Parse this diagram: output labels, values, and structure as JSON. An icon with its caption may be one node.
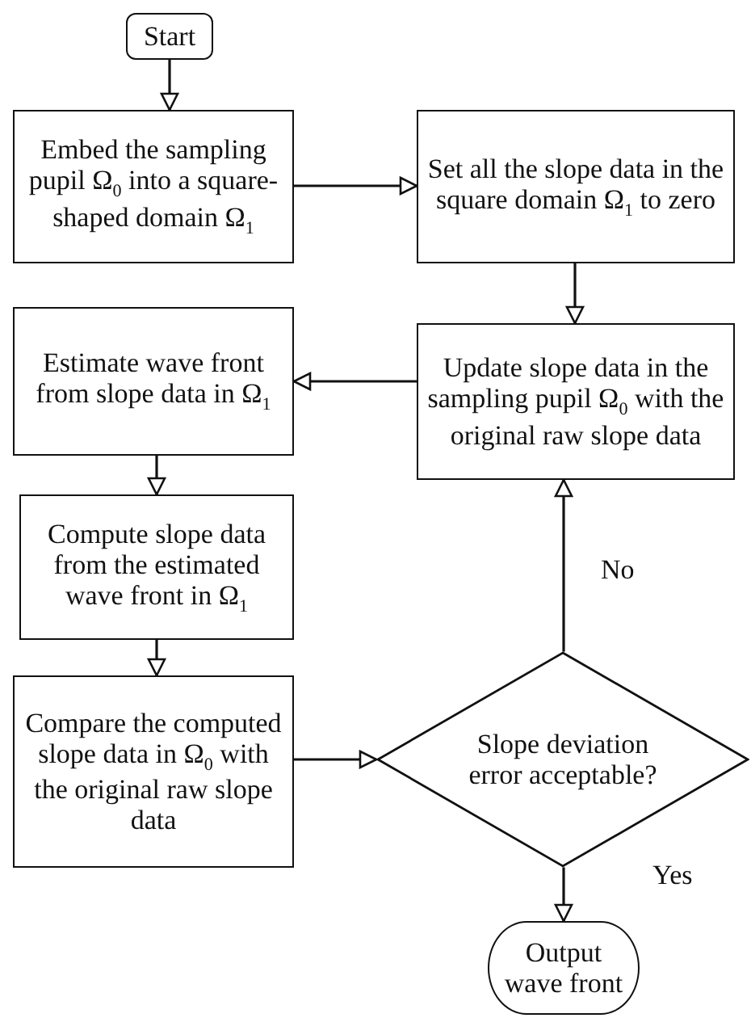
{
  "diagram": {
    "nodes": [
      {
        "text": [
          "Start"
        ]
      },
      {
        "text": [
          "Embed the sampling pupil Ω$_{0}$ into a square-shaped domain Ω$_{1}$"
        ]
      },
      {
        "text": [
          "Set all the slope data in the square domain Ω$_{1}$ to zero"
        ]
      },
      {
        "text": [
          "Update slope data in the sampling pupil Ω$_{0}$ with the original raw slope data"
        ]
      },
      {
        "text": [
          "Estimate wave front from slope data in Ω$_{1}$"
        ]
      },
      {
        "text": [
          "Compute slope data from the estimated wave front in Ω$_{1}$"
        ]
      },
      {
        "text": [
          "Compare the computed slope data in Ω$_{0}$ with the original raw slope data"
        ]
      },
      {
        "text": [
          "Slope deviation error acceptable?"
        ]
      },
      {
        "text": [
          "Output wave front"
        ]
      }
    ],
    "edges": [
      {
        "from": 0,
        "to": 1,
        "arrow": "to"
      },
      {
        "from": 1,
        "to": 2,
        "arrow": "to"
      },
      {
        "from": 2,
        "to": 3,
        "arrow": "to"
      },
      {
        "from": 3,
        "to": 4,
        "arrow": "to"
      },
      {
        "from": 4,
        "to": 5,
        "arrow": "to"
      },
      {
        "from": 5,
        "to": 6,
        "arrow": "to"
      },
      {
        "from": 6,
        "to": 7,
        "arrow": "to"
      },
      {
        "from": 7,
        "to": 3,
        "arrow": "to",
        "label": "No"
      },
      {
        "from": 7,
        "to": 8,
        "arrow": "to",
        "label": "Yes"
      }
    ]
  }
}
